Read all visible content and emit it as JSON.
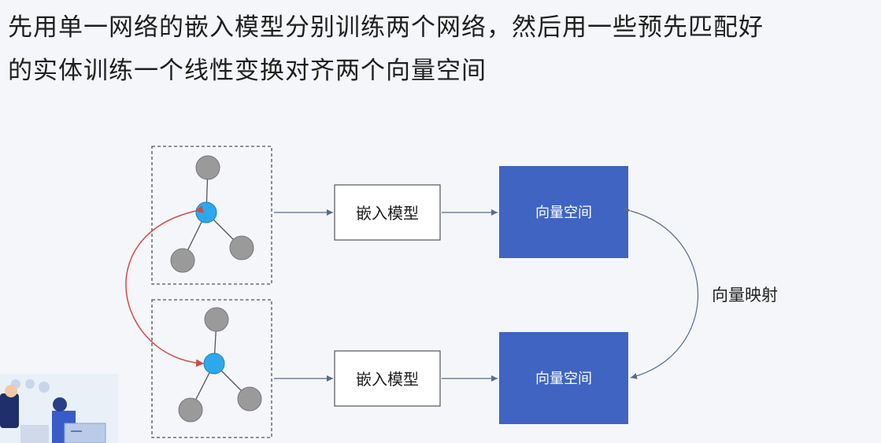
{
  "title": {
    "line1": "先用单一网络的嵌入模型分别训练两个网络，然后用一些预先匹配好",
    "line2": "的实体训练一个线性变换对齐两个向量空间"
  },
  "diagram": {
    "top_embed_label": "嵌入模型",
    "bottom_embed_label": "嵌入模型",
    "top_space_label": "向量空间",
    "bottom_space_label": "向量空间",
    "mapping_label": "向量映射"
  },
  "colors": {
    "center_node": "#2ea8ec",
    "leaf_node": "#9a9a9a",
    "vector_space_box": "#3f64c2",
    "match_arc": "#d24a4a",
    "arrow": "#5b6b86"
  }
}
